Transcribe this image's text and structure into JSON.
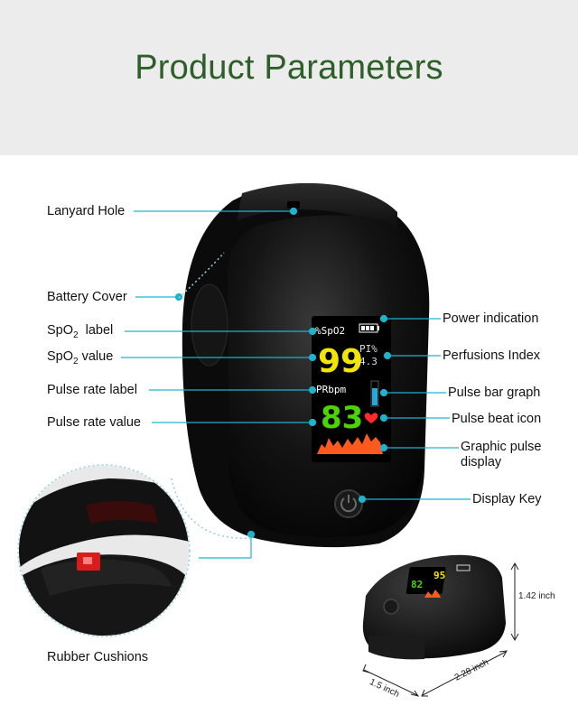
{
  "header": {
    "title": "Product Parameters"
  },
  "labels": {
    "lanyard_hole": "Lanyard Hole",
    "battery_cover": "Battery Cover",
    "spo2_label_prefix": "SpO",
    "spo2_label_sub": "2",
    "spo2_label_suffix": "label",
    "spo2_value_prefix": "SpO",
    "spo2_value_sub": "2",
    "spo2_value_suffix": "value",
    "pulse_rate_label": "Pulse rate label",
    "pulse_rate_value": "Pulse rate value",
    "rubber_cushions": "Rubber Cushions",
    "power_indication": "Power indication",
    "perfusions_index": "Perfusions Index",
    "pulse_bar_graph": "Pulse bar graph",
    "pulse_beat_icon": "Pulse beat icon",
    "graphic_pulse_line1": "Graphic pulse",
    "graphic_pulse_line2": "display",
    "display_key": "Display Key"
  },
  "screen": {
    "spo2_tag": "%SpO2",
    "spo2_value": "99",
    "pi_tag": "PI%",
    "pi_value": "4.3",
    "pr_tag": "PRbpm",
    "pr_value": "83",
    "small_spo2": "95",
    "small_pr": "82"
  },
  "dimensions": {
    "height": "1.42 inch",
    "length": "2.28 inch",
    "width": "1.5 inch"
  },
  "colors": {
    "title": "#2e5e2a",
    "callout_line": "#1fb3cc",
    "spo2_value": "#f2e600",
    "pr_value": "#4cd400",
    "waveform": "#ff5a1e",
    "bar_graph": "#28a8d8"
  }
}
